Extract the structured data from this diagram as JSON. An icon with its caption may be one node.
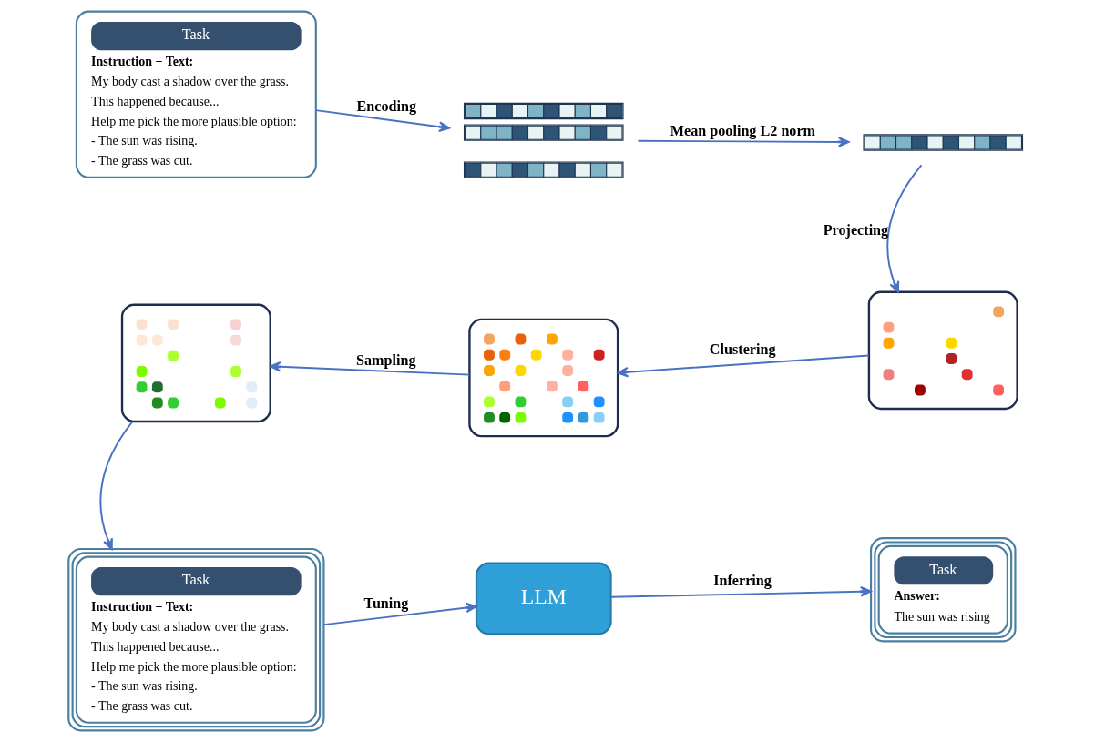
{
  "diagram": {
    "nodes": [
      {
        "text": [
          "Task",
          "Instruction + Text:",
          "My body cast a shadow over the grass.",
          "This happened because...",
          "Help me pick the more plausible option:",
          "- The sun was rising.",
          "- The grass was cut."
        ]
      },
      {
        "text": [],
        "shape": "bar"
      },
      {
        "text": [],
        "shape": "bar"
      },
      {
        "text": [],
        "shape": "box"
      },
      {
        "text": [],
        "shape": "box"
      },
      {
        "text": [],
        "shape": "box"
      },
      {
        "text": [
          "Task",
          "Instruction + Text:",
          "My body cast a shadow over the grass.",
          "This happened because...",
          "Help me pick the more plausible option:",
          "- The sun was rising.",
          "- The grass was cut."
        ]
      },
      {
        "text": [
          "LLM"
        ]
      },
      {
        "text": [
          "Task",
          "Answer:",
          "The sun was rising"
        ]
      }
    ],
    "edges": [
      {
        "from": 0,
        "to": 1,
        "arrow": "to",
        "label": "Encoding"
      },
      {
        "from": 1,
        "to": 2,
        "arrow": "to",
        "label": "Mean pooling L2 norm"
      },
      {
        "from": 2,
        "to": 5,
        "arrow": "to",
        "label": "Projecting"
      },
      {
        "from": 5,
        "to": 4,
        "arrow": "to",
        "label": "Clustering"
      },
      {
        "from": 4,
        "to": 3,
        "arrow": "to",
        "label": "Sampling"
      },
      {
        "from": 3,
        "to": 6,
        "arrow": "to"
      },
      {
        "from": 6,
        "to": 7,
        "arrow": "to",
        "label": "Tuning"
      },
      {
        "from": 7,
        "to": 8,
        "arrow": "to",
        "label": "Inferring"
      }
    ]
  }
}
